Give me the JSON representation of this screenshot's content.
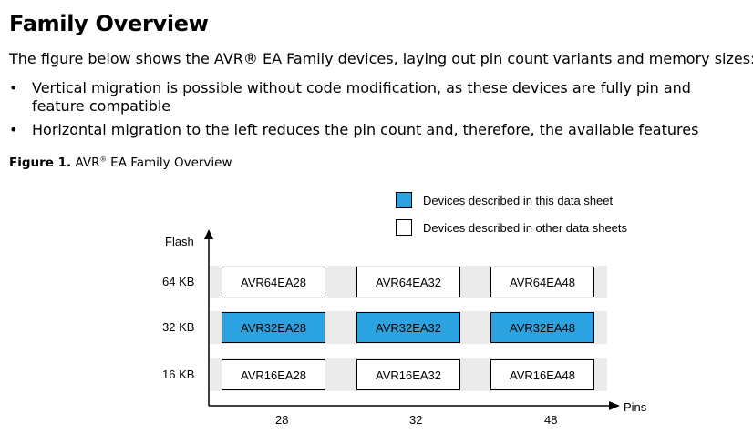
{
  "title": "Family Overview",
  "intro": "The figure below shows the AVR® EA Family devices, laying out pin count variants and memory sizes:",
  "bullets": [
    "Vertical migration is possible without code modification, as these devices are fully pin and feature compatible",
    "Horizontal migration to the left reduces the pin count and, therefore, the available features"
  ],
  "bullet_symbol": "•",
  "figure": {
    "label": "Figure 1.",
    "caption_pre": "AVR",
    "caption_sup": "®",
    "caption_post": " EA Family Overview"
  },
  "legend": {
    "this_sheet": "Devices described in this data sheet",
    "other_sheets": "Devices described in other data sheets",
    "this_color": "#2aa3e0"
  },
  "axes": {
    "y_label": "Flash",
    "x_label": "Pins"
  },
  "flash_sizes": [
    "64 KB",
    "32 KB",
    "16 KB"
  ],
  "pin_counts": [
    "28",
    "32",
    "48"
  ],
  "devices": [
    [
      "AVR64EA28",
      "AVR64EA32",
      "AVR64EA48"
    ],
    [
      "AVR32EA28",
      "AVR32EA32",
      "AVR32EA48"
    ],
    [
      "AVR16EA28",
      "AVR16EA32",
      "AVR16EA48"
    ]
  ]
}
